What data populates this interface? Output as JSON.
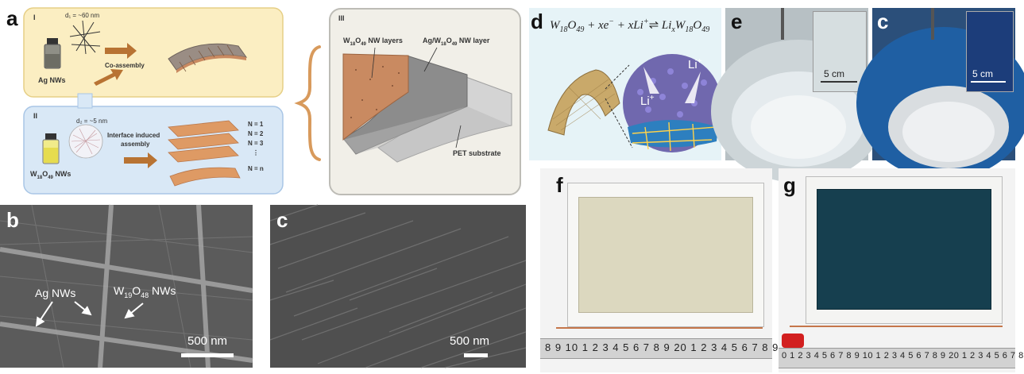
{
  "panel_labels": {
    "a": "a",
    "b": "b",
    "c_sem": "c",
    "d": "d",
    "e": "e",
    "c_photo": "c",
    "f": "f",
    "g": "g"
  },
  "panel_a": {
    "step1": {
      "roman": "I",
      "diameter": "d₁ = ~60 nm",
      "material": "Ag NWs",
      "process": "Co-assembly"
    },
    "step2": {
      "roman": "II",
      "diameter": "d₂ = ~5 nm",
      "material_main": "W",
      "material_sub1": "18",
      "material_mid": "O",
      "material_sub2": "49",
      "material_tail": " NWs",
      "process_line1": "Interface induced",
      "process_line2": "assembly",
      "layers": [
        "N = 1",
        "N = 2",
        "N = 3",
        "⋮",
        "N = n"
      ]
    },
    "step3": {
      "roman": "III",
      "label_layers_main": "W",
      "label_layers_sub1": "18",
      "label_layers_mid": "O",
      "label_layers_sub2": "49",
      "label_layers_tail": " NW layers",
      "label_ag_head": "Ag/W",
      "label_ag_sub1": "18",
      "label_ag_mid": "O",
      "label_ag_sub2": "49",
      "label_ag_tail": " NW layer",
      "label_substrate": "PET substrate"
    }
  },
  "panel_b": {
    "label_ag": "Ag NWs",
    "label_w_main": "W",
    "label_w_sub1": "19",
    "label_w_mid": "O",
    "label_w_sub2": "48",
    "label_w_tail": " NWs",
    "scale": "500 nm"
  },
  "panel_c": {
    "scale": "500 nm"
  },
  "panel_d": {
    "eq_part1": "W",
    "eq_sub1": "18",
    "eq_part2": "O",
    "eq_sub2": "49",
    "eq_part3": " + xe",
    "eq_sup1": "−",
    "eq_part4": "  + xLi",
    "eq_sup2": "+",
    "eq_arrow": "⇌",
    "eq_part5": " Li",
    "eq_sub3": "x",
    "eq_part6": "W",
    "eq_sub4": "18",
    "eq_part7": "O",
    "eq_sub5": "49",
    "ion_label": "Li",
    "ion_sup": "+"
  },
  "panel_e": {
    "scale": "5 cm"
  },
  "panel_c_photo": {
    "scale": "5 cm"
  },
  "panel_f": {
    "ruler": "8 9 10 1 2 3 4 5 6 7 8 9 20 1 2 3 4 5 6 7 8 9"
  },
  "panel_g": {
    "ruler": "0 1 2 3 4 5 6 7 8 9 10 1 2 3 4 5 6 7 8 9 20 1 2 3 4 5 6 7 8"
  },
  "colors": {
    "step1_bg": "#fbeec2",
    "step2_bg": "#d9e8f6",
    "step3_bg": "#f1efe8",
    "arrow": "#b87333",
    "w18o49_layer": "#c98a61",
    "ag_layer": "#8c8c8c",
    "pet": "#d4d4d4",
    "bleached": "#dcd8bf",
    "colored": "#163f4f",
    "blue_solution": "#1f5fa3"
  }
}
